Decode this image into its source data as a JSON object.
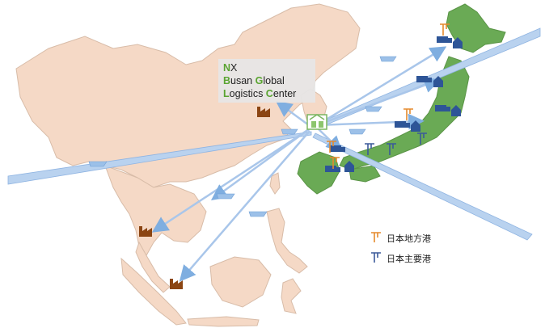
{
  "center_label": {
    "line1_hl": "N",
    "line1_rest": "X",
    "line2_a": "B",
    "line2_b": "usan ",
    "line2_c": "G",
    "line2_d": "lobal",
    "line3_a": "L",
    "line3_b": "ogistics ",
    "line3_c": "C",
    "line3_d": "enter"
  },
  "legend": {
    "local_port_label": "日本地方港",
    "major_port_label": "日本主要港"
  },
  "colors": {
    "japan_land": "#6aaa55",
    "asia_land": "#f5d9c6",
    "land_edge": "#d8bca8",
    "arrow": "#a9c6ea",
    "arrow_edge": "#6f9fd6",
    "local_port": "#e58a2d",
    "major_port": "#3b5a9a",
    "factory": "#8b4513",
    "truck": "#2e5597"
  }
}
